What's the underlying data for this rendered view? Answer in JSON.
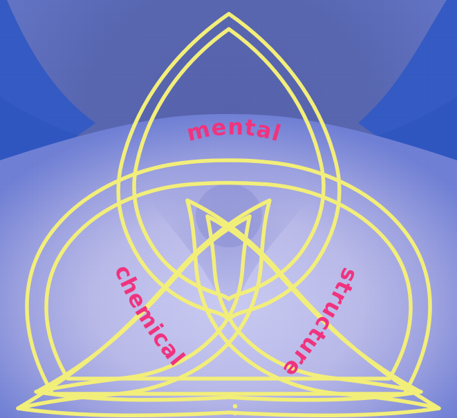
{
  "diagram": {
    "labels": {
      "top": "mental",
      "left": "chemical",
      "right": "structure"
    },
    "colors": {
      "background_blue": "#2f56c0",
      "skin_tone": "#b6b7e7",
      "knot_yellow": "#f2ee7a",
      "label_pink": "#f0337e"
    }
  }
}
